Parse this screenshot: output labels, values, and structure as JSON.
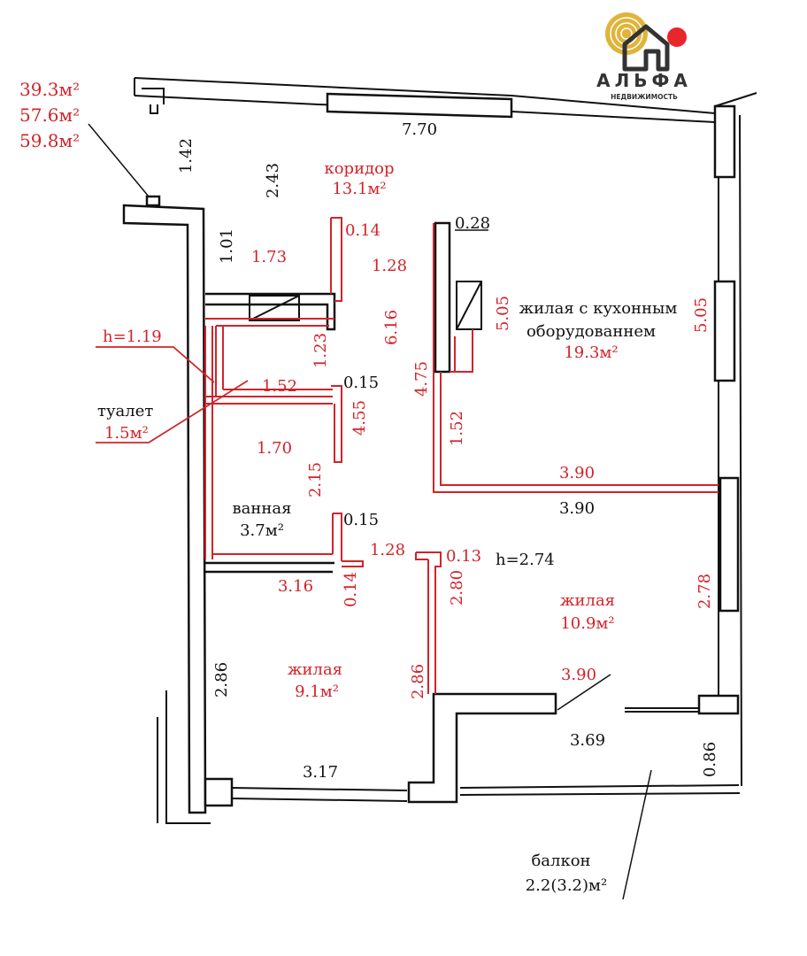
{
  "logo": {
    "name": "АЛЬФА",
    "subtitle": "НЕДВИЖИМОСТЬ"
  },
  "colors": {
    "wall": "#111111",
    "red": "#d2232a",
    "text_black": "#111111",
    "logo_gold": "#e0b43a",
    "logo_red": "#e8262b",
    "logo_dark": "#333333"
  },
  "areas_summary": [
    "39.3м²",
    "57.6м²",
    "59.8м²"
  ],
  "rooms": {
    "corridor": {
      "name": "коридор",
      "area": "13.1м²"
    },
    "kitchen_living": {
      "name_line1": "жилая с кухонным",
      "name_line2": "оборудованнем",
      "area": "19.3м²"
    },
    "toilet": {
      "name": "туалет",
      "area": "1.5м²"
    },
    "bath": {
      "name": "ванная",
      "area": "3.7м²"
    },
    "living_left": {
      "name": "жилая",
      "area": "9.1м²"
    },
    "living_right": {
      "name": "жилая",
      "area": "10.9м²"
    },
    "balcony": {
      "name": "балкон",
      "area": "2.2(3.2)м²"
    }
  },
  "heights": {
    "toilet": "h=1.19",
    "ceiling": "h=2.74"
  },
  "dims": {
    "top": "7.70",
    "d142": "1.42",
    "d243": "2.43",
    "d101": "1.01",
    "d173": "1.73",
    "d014a": "0.14",
    "d128a": "1.28",
    "d028": "0.28",
    "d616": "6.16",
    "d123": "1.23",
    "d505a": "5.05",
    "d505b": "5.05",
    "d475": "4.75",
    "d152a": "1.52",
    "d015a": "0.15",
    "d455": "4.55",
    "d152b": "1.52",
    "d170": "1.70",
    "d215": "2.15",
    "d390a": "3.90",
    "d390b": "3.90",
    "d015b": "0.15",
    "d128b": "1.28",
    "d013": "0.13",
    "d316": "3.16",
    "d014b": "0.14",
    "d280": "2.80",
    "d278": "2.78",
    "d286a": "2.86",
    "d286b": "2.86",
    "d390c": "3.90",
    "d369": "3.69",
    "d317": "3.17",
    "d086": "0.86"
  }
}
